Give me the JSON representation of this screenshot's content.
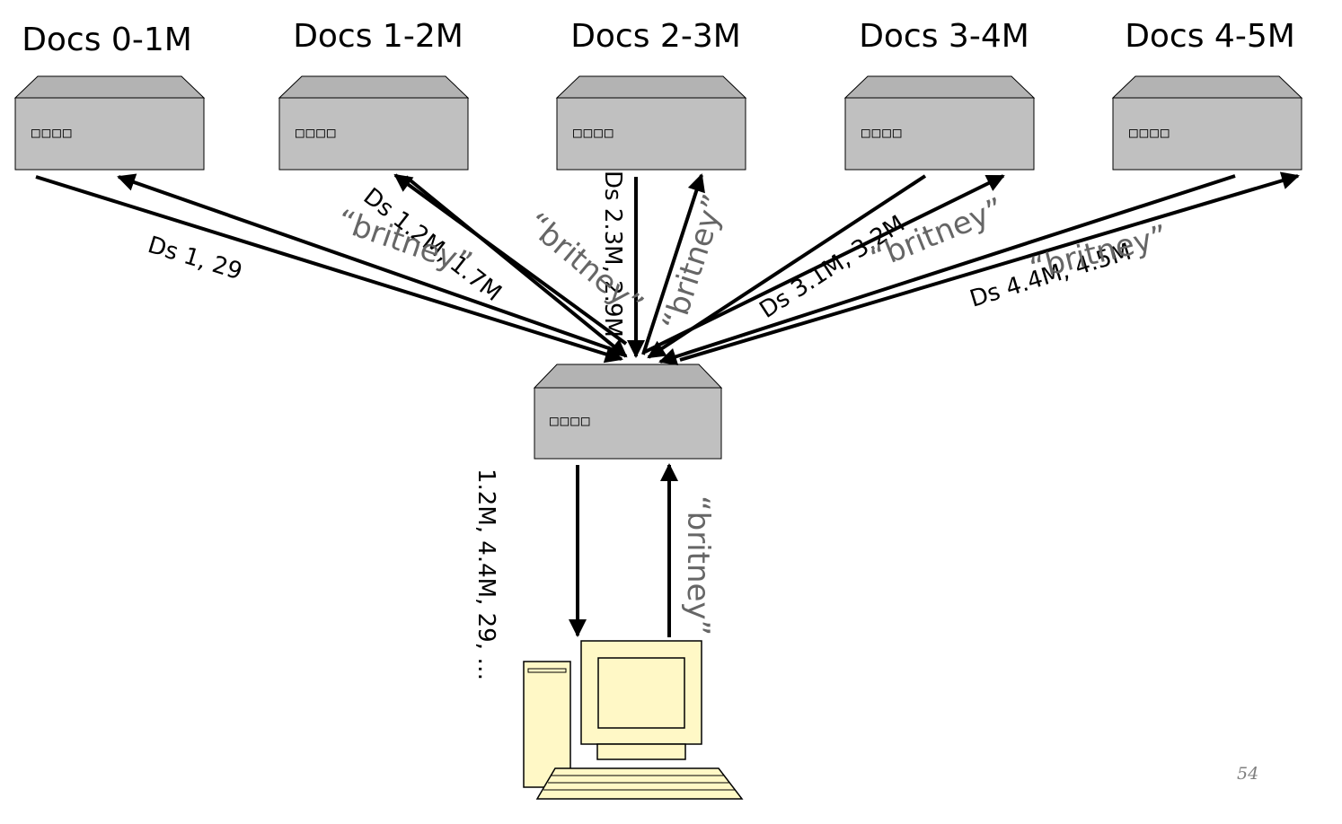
{
  "shards": [
    {
      "title": "Docs 0-1M",
      "server_leds": "□□□□",
      "result_label": "Ds 1, 29",
      "query_label": "“britney”"
    },
    {
      "title": "Docs 1-2M",
      "server_leds": "□□□□",
      "result_label": "Ds 1.2M, 1.7M",
      "query_label": "“britney”"
    },
    {
      "title": "Docs 2-3M",
      "server_leds": "□□□□",
      "result_label": "Ds 2.3M, 2.9M",
      "query_label": "“britney”"
    },
    {
      "title": "Docs 3-4M",
      "server_leds": "□□□□",
      "result_label": "Ds 3.1M, 3.2M",
      "query_label": "“britney”"
    },
    {
      "title": "Docs 4-5M",
      "server_leds": "□□□□",
      "result_label": "Ds 4.4M, 4.5M",
      "query_label": "“britney”"
    }
  ],
  "aggregator": {
    "server_leds": "□□□□"
  },
  "client": {
    "result_label": "1.2M, 4.4M, 29, …",
    "query_label": "“britney”"
  },
  "page_number": "54",
  "colors": {
    "server_fill": "#c0c0c0",
    "computer_fill": "#fff8c6",
    "arrow": "#000000",
    "query_text": "#666666"
  }
}
